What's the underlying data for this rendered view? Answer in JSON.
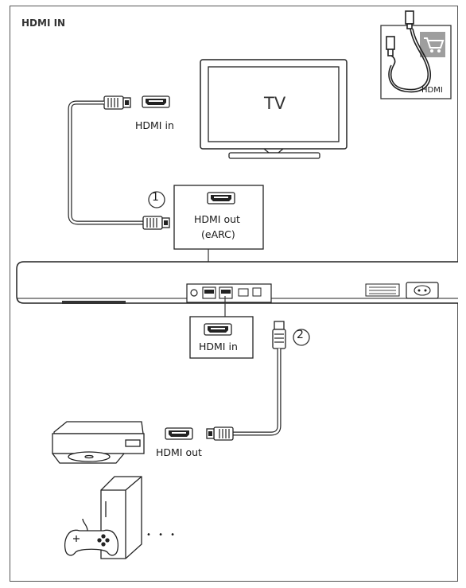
{
  "title": "HDMI IN",
  "accessory_label": "HDMI",
  "tv": {
    "label": "TV",
    "port_label": "HDMI in"
  },
  "soundbar_out": {
    "label_line1": "HDMI out",
    "label_line2": "(eARC)"
  },
  "soundbar_in": {
    "label": "HDMI in"
  },
  "source": {
    "port_label": "HDMI out"
  },
  "steps": [
    "1",
    "2"
  ],
  "more_devices": "• • •",
  "icons": [
    "cart-icon",
    "hdmi-cable-icon",
    "tv-icon",
    "soundbar-icon",
    "blu-ray-player-icon",
    "game-console-icon",
    "gamepad-icon",
    "hdmi-port-icon",
    "hdmi-plug-icon"
  ]
}
